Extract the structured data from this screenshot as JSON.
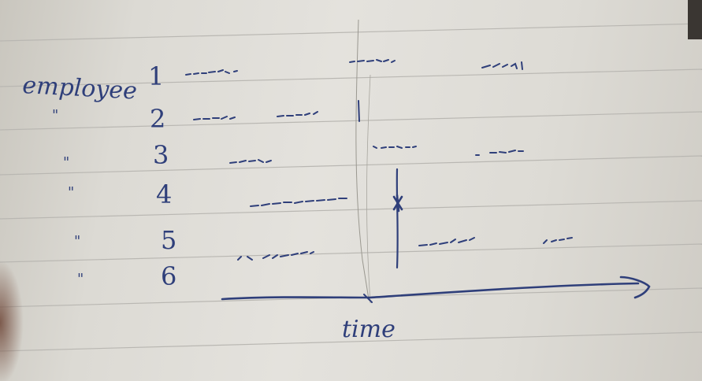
{
  "sketch": {
    "row_label": "employee",
    "ditto_mark": "\"",
    "employees": [
      "1",
      "2",
      "3",
      "4",
      "5",
      "6"
    ],
    "axis_label": "time"
  },
  "colors": {
    "paper": "#e2e0da",
    "rule_line": "#b9b7b2",
    "ink": "#2f3f7a"
  }
}
